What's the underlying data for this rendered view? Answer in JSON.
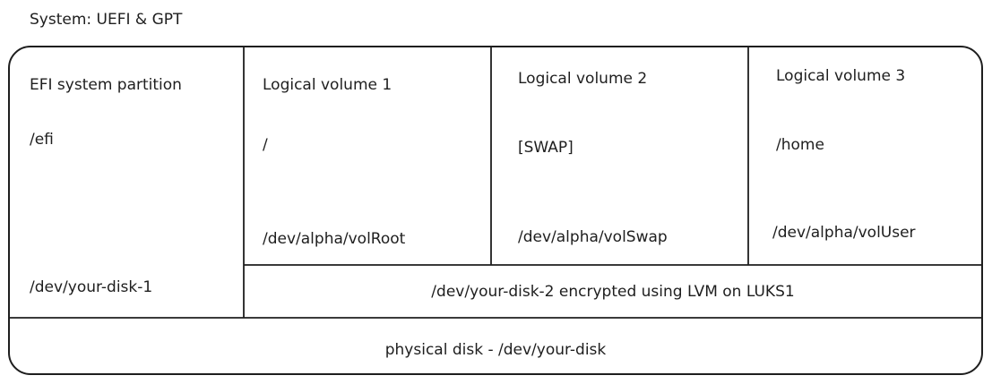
{
  "title": "System: UEFI & GPT",
  "efi_partition": {
    "label": "EFI system partition",
    "mount": "/efi",
    "device": "/dev/your-disk-1"
  },
  "logical_volumes": [
    {
      "label": "Logical volume 1",
      "mount": "/",
      "device": "/dev/alpha/volRoot"
    },
    {
      "label": "Logical volume 2",
      "mount": "[SWAP]",
      "device": "/dev/alpha/volSwap"
    },
    {
      "label": "Logical volume 3",
      "mount": "/home",
      "device": "/dev/alpha/volUser"
    }
  ],
  "encrypted_container": "/dev/your-disk-2 encrypted using LVM on LUKS1",
  "physical_disk": "physical disk - /dev/your-disk",
  "colors": {
    "stroke": "#1e1e1e",
    "background": "#ffffff"
  }
}
